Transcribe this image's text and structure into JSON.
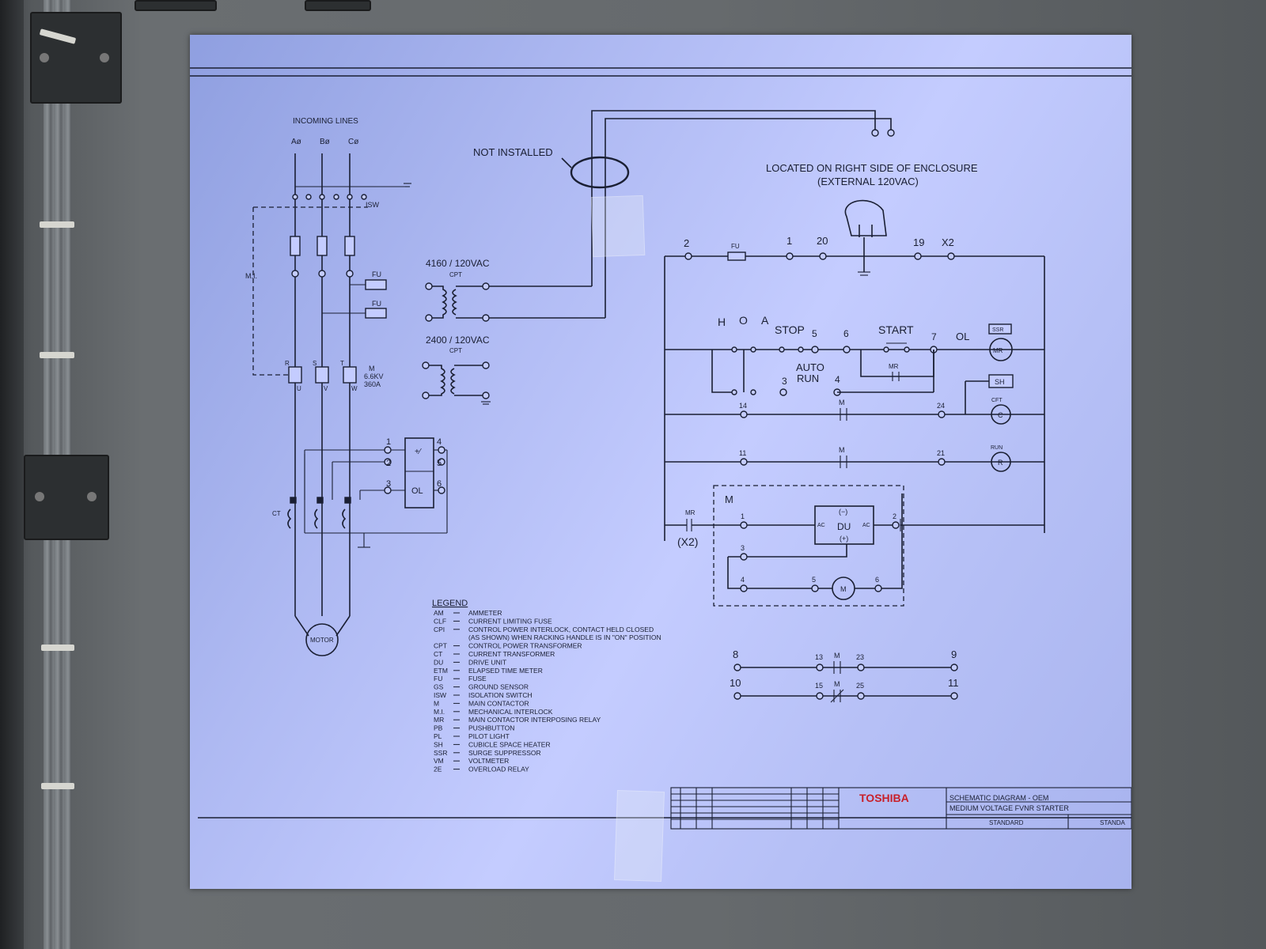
{
  "schematic": {
    "incoming_lines": "INCOMING LINES",
    "phases": [
      "Aø",
      "Bø",
      "Cø"
    ],
    "isw": "ISW",
    "mi": "M.I.",
    "fu": "FU",
    "contactor_poles": [
      "R",
      "S",
      "T"
    ],
    "contactor_phases": [
      "U",
      "V",
      "W"
    ],
    "contactor_rating": [
      "M",
      "6.6KV",
      "360A"
    ],
    "ct": "CT",
    "motor": "MOTOR",
    "ol": "OL",
    "ol_terminals_left": [
      "1",
      "2",
      "3"
    ],
    "ol_terminals_right": [
      "4",
      "5",
      "6"
    ],
    "cpt1": "4160 / 120VAC",
    "cpt2": "2400 / 120VAC",
    "cpt": "CPT",
    "not_installed": "NOT INSTALLED",
    "located_line1": "LOCATED ON RIGHT SIDE OF ENCLOSURE",
    "located_line2": "(EXTERNAL 120VAC)",
    "top_terminals": [
      "2",
      "1",
      "20",
      "19",
      "X2"
    ],
    "hoa": [
      "H",
      "O",
      "A"
    ],
    "stop": "STOP",
    "start": "START",
    "auto_run": [
      "AUTO",
      "RUN"
    ],
    "rung_nums": [
      "5",
      "6",
      "7",
      "3",
      "4"
    ],
    "mr": "MR",
    "ssr": "SSR",
    "sh": "SH",
    "cft": "CFT",
    "run": "RUN",
    "c": "C",
    "r": "R",
    "rung3": [
      "14",
      "M",
      "24"
    ],
    "rung4": [
      "11",
      "M",
      "21"
    ],
    "m_box": "M",
    "x2": "(X2)",
    "du": "DU",
    "ac": "AC",
    "du_minus": "(−)",
    "du_plus": "(+)",
    "du_terms": [
      "1",
      "2",
      "3",
      "4",
      "5",
      "6"
    ],
    "aux1": [
      "8",
      "13",
      "M",
      "23",
      "9"
    ],
    "aux2": [
      "10",
      "15",
      "M",
      "25",
      "11"
    ]
  },
  "legend": {
    "title": "LEGEND",
    "items": [
      [
        "AM",
        "AMMETER"
      ],
      [
        "CLF",
        "CURRENT LIMITING FUSE"
      ],
      [
        "CPI",
        "CONTROL POWER INTERLOCK, CONTACT HELD CLOSED"
      ],
      [
        "",
        "(AS SHOWN) WHEN RACKING HANDLE IS IN \"ON\" POSITION"
      ],
      [
        "CPT",
        "CONTROL POWER TRANSFORMER"
      ],
      [
        "CT",
        "CURRENT TRANSFORMER"
      ],
      [
        "DU",
        "DRIVE UNIT"
      ],
      [
        "ETM",
        "ELAPSED TIME METER"
      ],
      [
        "FU",
        "FUSE"
      ],
      [
        "GS",
        "GROUND SENSOR"
      ],
      [
        "ISW",
        "ISOLATION SWITCH"
      ],
      [
        "M",
        "MAIN CONTACTOR"
      ],
      [
        "M.I.",
        "MECHANICAL INTERLOCK"
      ],
      [
        "MR",
        "MAIN CONTACTOR INTERPOSING RELAY"
      ],
      [
        "PB",
        "PUSHBUTTON"
      ],
      [
        "PL",
        "PILOT LIGHT"
      ],
      [
        "SH",
        "CUBICLE SPACE HEATER"
      ],
      [
        "SSR",
        "SURGE SUPPRESSOR"
      ],
      [
        "VM",
        "VOLTMETER"
      ],
      [
        "2E",
        "OVERLOAD RELAY"
      ]
    ]
  },
  "title_block": {
    "brand": "TOSHIBA",
    "line1": "SCHEMATIC DIAGRAM - OEM",
    "line2": "MEDIUM VOLTAGE FVNR STARTER",
    "customer": "STANDARD",
    "job": "STANDA",
    "brand_color": "#c8202a"
  }
}
